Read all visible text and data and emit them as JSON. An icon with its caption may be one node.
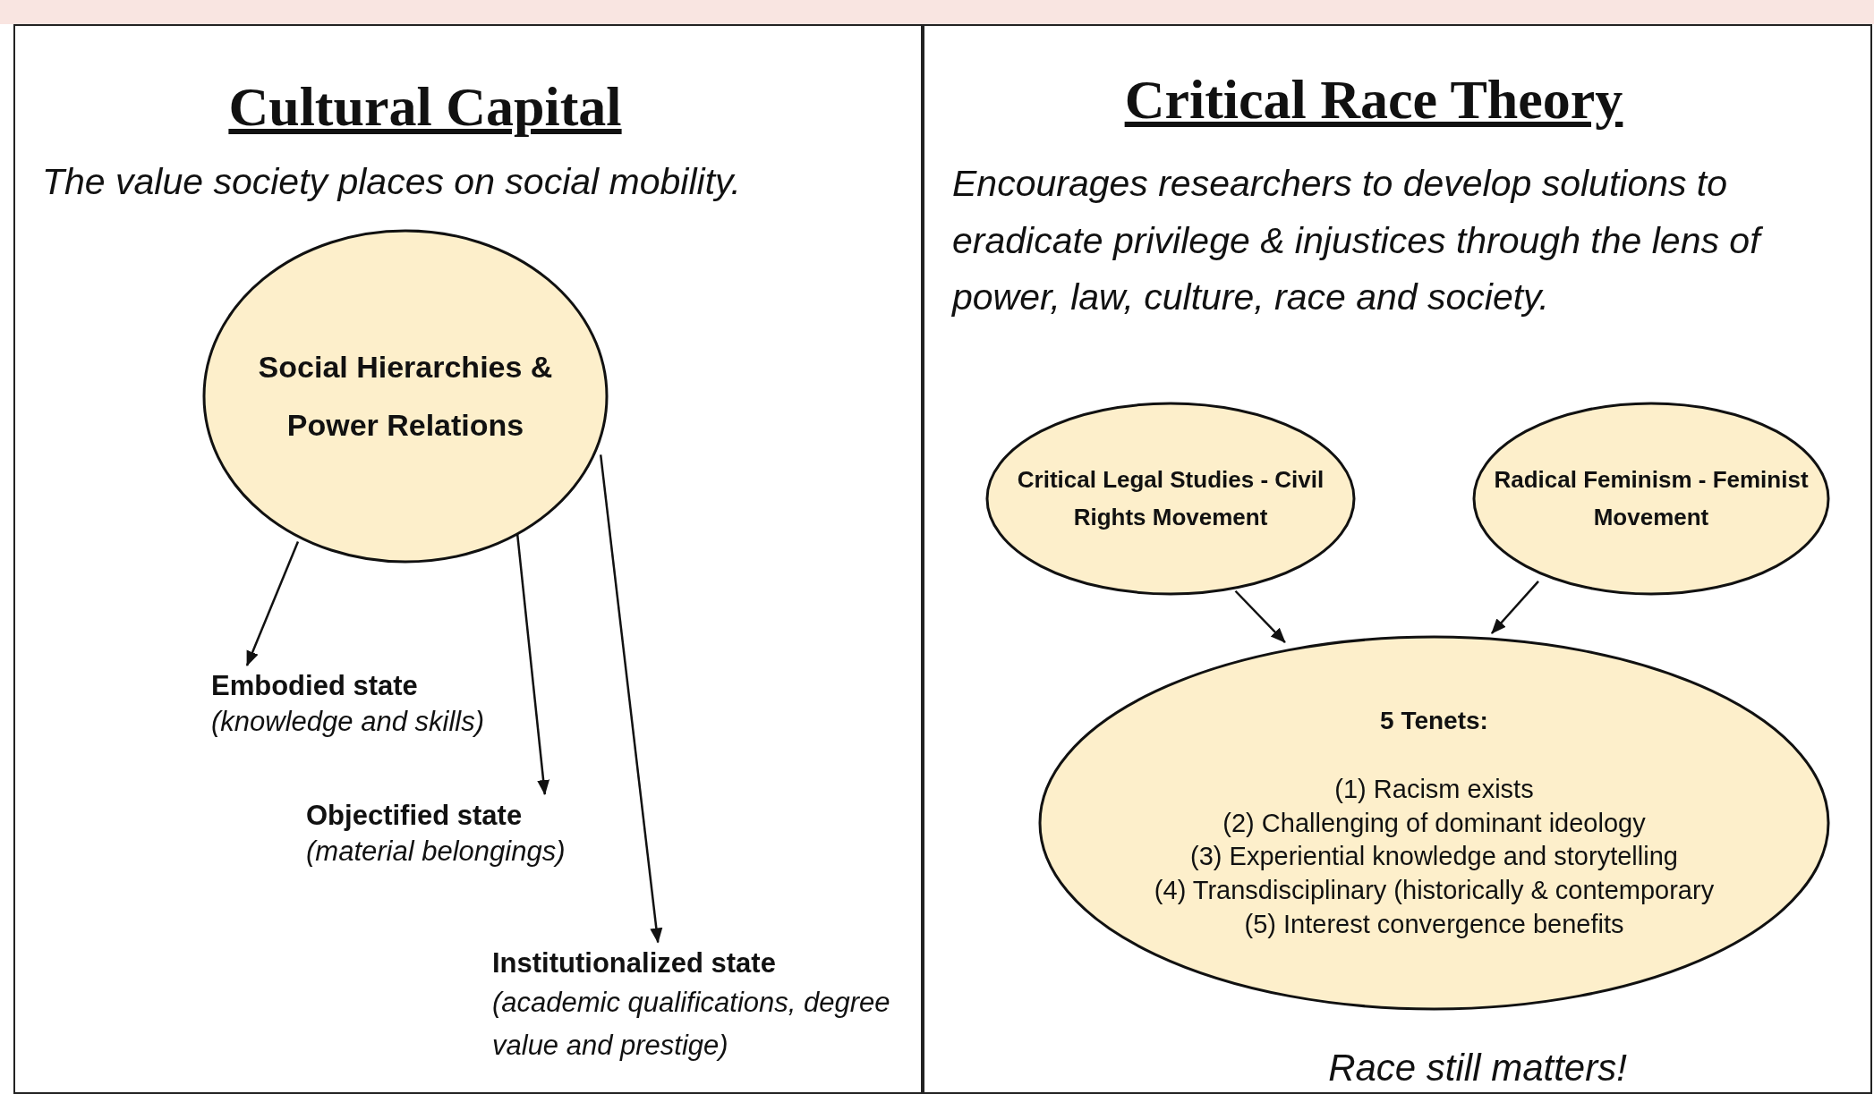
{
  "diagram": {
    "nodes": [
      {
        "text": [
          "Cultural Capital",
          "The value society places on social mobility."
        ]
      },
      {
        "text": [
          "Social Hierarchies & Power Relations"
        ],
        "in": 0
      },
      {
        "text": [
          "Embodied state",
          "(knowledge and skills)"
        ],
        "in": 0
      },
      {
        "text": [
          "Objectified state",
          "(material belongings)"
        ],
        "in": 0
      },
      {
        "text": [
          "Institutionalized state",
          "(academic qualifications, degree value and prestige)"
        ],
        "in": 0
      },
      {
        "text": [
          "Critical Race Theory",
          "Encourages researchers to develop solutions to eradicate privilege & injustices through the lens of power, law, culture, race and society.",
          "Race still matters!"
        ]
      },
      {
        "text": [
          "Critical Legal Studies - Civil Rights Movement"
        ],
        "in": 5
      },
      {
        "text": [
          "Radical Feminism - Feminist Movement"
        ],
        "in": 5
      },
      {
        "text": [
          "5 Tenets:",
          "(1) Racism exists",
          "(2) Challenging of dominant ideology",
          "(3) Experiential knowledge and storytelling",
          "(4) Transdisciplinary (historically & contemporary",
          "(5) Interest convergence benefits"
        ],
        "in": 5
      }
    ],
    "edges": [
      {
        "from": 1,
        "to": 2,
        "arrow": "to"
      },
      {
        "from": 1,
        "to": 3,
        "arrow": "to"
      },
      {
        "from": 1,
        "to": 4,
        "arrow": "to"
      },
      {
        "from": 6,
        "to": 8,
        "arrow": "to"
      },
      {
        "from": 7,
        "to": 8,
        "arrow": "to"
      }
    ]
  }
}
